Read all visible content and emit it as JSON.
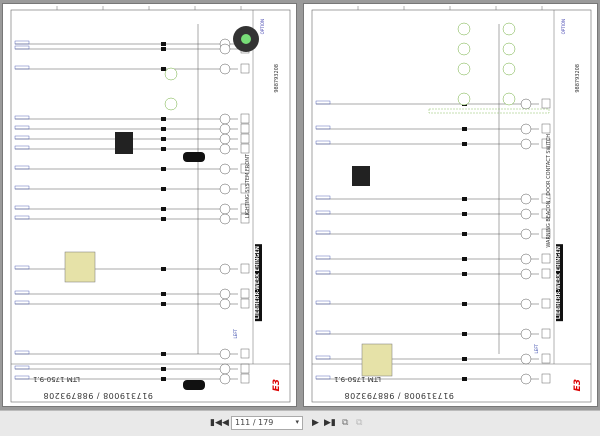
{
  "viewer": {
    "page_indicator": "111 / 179",
    "first_icon": "first-page-icon",
    "prev_icon": "prev-page-icon",
    "next_icon": "next-page-icon",
    "last_icon": "last-page-icon"
  },
  "pages": [
    {
      "model": "LTM 1750-9.1",
      "codes": "917319008 / 988793208",
      "title": "LIGHTING SYSTEM FRONT",
      "drawing_no": "988793208",
      "option": "OPTION",
      "brand": "LIEBHERR-WERK EHINGEN",
      "e3": "E3",
      "side_label": "LEFT"
    },
    {
      "model": "LTM 1750-9.1",
      "codes": "917319008 / 988793208",
      "title": "WARNING BEACON / DOOR CONTACT SWITCH",
      "drawing_no": "988793208",
      "option": "OPTION",
      "brand": "LIEBHERR-WERK EHINGEN",
      "e3": "E3",
      "side_label": "LEFT"
    }
  ],
  "colors": {
    "wire": "#555555",
    "green": "#6fae3a",
    "blue": "#3344aa",
    "module": "#e6e2a8"
  }
}
